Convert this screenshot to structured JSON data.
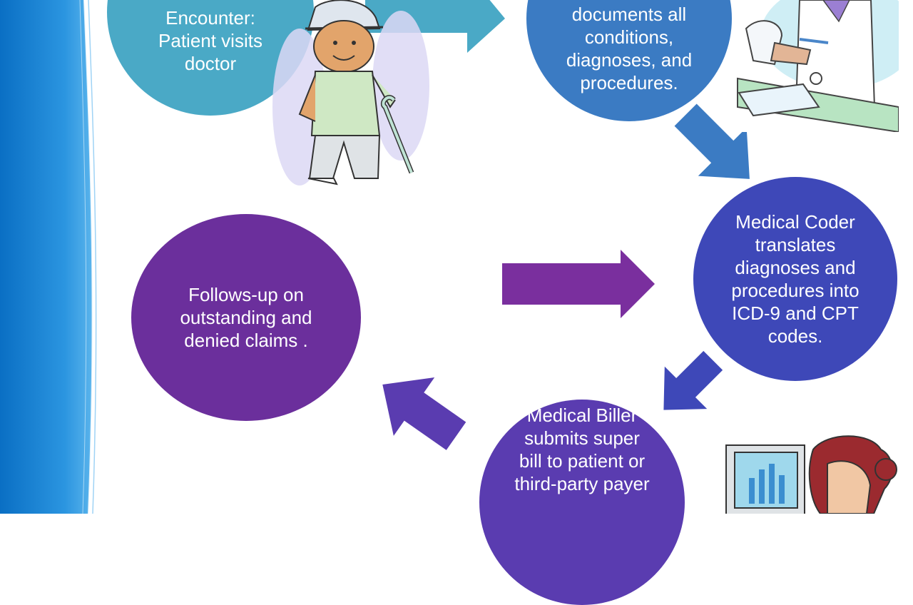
{
  "nodes": [
    {
      "id": "encounter",
      "text": "Encounter:\nPatient  visits\ndoctor",
      "color": "#4aa9c6"
    },
    {
      "id": "physician",
      "text": "documents all\nconditions,\ndiagnoses, and\nprocedures.",
      "color": "#3b7bc3"
    },
    {
      "id": "coder",
      "text": "Medical Coder\ntranslates\ndiagnoses and\nprocedures into\nICD-9 and CPT\ncodes.",
      "color": "#3e48b8"
    },
    {
      "id": "biller",
      "text": "Medical Biller\nsubmits super\nbill to patient or\nthird-party payer",
      "color": "#5a3cb0"
    },
    {
      "id": "followup",
      "text": "Follows-up on\noutstanding and\ndenied claims .",
      "color": "#6b2f9c"
    }
  ],
  "arrows": [
    {
      "from": "encounter",
      "to": "physician",
      "color": "#4aa9c6"
    },
    {
      "from": "physician",
      "to": "coder",
      "color": "#3b7bc3"
    },
    {
      "from": "coder",
      "to": "biller",
      "color": "#3e48b8"
    },
    {
      "from": "biller",
      "to": "followup",
      "color": "#5a3cb0"
    },
    {
      "from": "followup",
      "to": "coder",
      "color": "#7a2f9e"
    }
  ],
  "icons": [
    "patient-with-cane-icon",
    "doctor-with-clipboard-icon",
    "computer-user-icon"
  ],
  "theme": {
    "band_dark": "#0a6fc4",
    "band_light": "#5ab4ec"
  }
}
